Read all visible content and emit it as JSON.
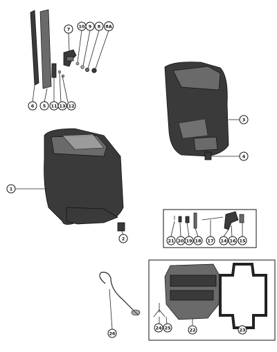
{
  "callouts": [
    {
      "label": "1"
    },
    {
      "label": "2"
    },
    {
      "label": "3"
    },
    {
      "label": "4"
    },
    {
      "label": "5"
    },
    {
      "label": "6"
    },
    {
      "label": "7"
    },
    {
      "label": "8"
    },
    {
      "label": "8A"
    },
    {
      "label": "9"
    },
    {
      "label": "10"
    },
    {
      "label": "11"
    },
    {
      "label": "12"
    },
    {
      "label": "13"
    },
    {
      "label": "14"
    },
    {
      "label": "15"
    },
    {
      "label": "16"
    },
    {
      "label": "17"
    },
    {
      "label": "18"
    },
    {
      "label": "19"
    },
    {
      "label": "20"
    },
    {
      "label": "21"
    },
    {
      "label": "22"
    },
    {
      "label": "23"
    },
    {
      "label": "24"
    },
    {
      "label": "25"
    },
    {
      "label": "26"
    }
  ],
  "colors": {
    "ink": "#111111",
    "part_dark": "#3a3a3a",
    "part_mid": "#6a6a6a",
    "background": "#ffffff"
  }
}
